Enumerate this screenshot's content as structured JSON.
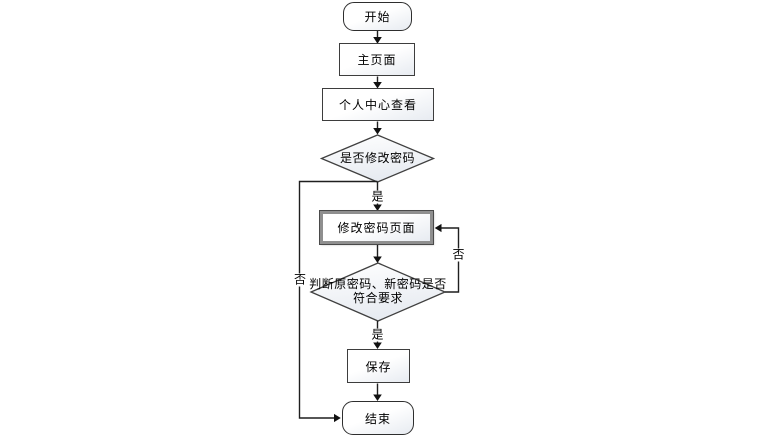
{
  "flowchart": {
    "title": "password-change-flowchart",
    "nodes": [
      {
        "id": "start",
        "type": "terminator",
        "label": "开始"
      },
      {
        "id": "main-page",
        "type": "process",
        "label": "主页面"
      },
      {
        "id": "personal-center-view",
        "type": "process",
        "label": "个人中心查看"
      },
      {
        "id": "modify-password-decision",
        "type": "decision",
        "label": "是否修改密码"
      },
      {
        "id": "modify-password-page",
        "type": "process",
        "label": "修改密码页面",
        "emphasized": true
      },
      {
        "id": "validate-password-decision",
        "type": "decision",
        "label_line1": "判断原密码、新密码是否",
        "label_line2": "符合要求"
      },
      {
        "id": "save",
        "type": "process",
        "label": "保存"
      },
      {
        "id": "end",
        "type": "terminator",
        "label": "结束"
      }
    ],
    "edge_labels": {
      "decision1_yes": "是",
      "decision1_no": "否",
      "decision2_yes": "是",
      "decision2_no": "否"
    },
    "colors": {
      "background": "#ffffff",
      "line": "#1f1f1f",
      "shape_border": "#3d3d3d",
      "emphasis_border": "#8f8f8f",
      "fill_top": "#ffffff",
      "fill_bottom": "#e7ebf1",
      "text": "#000000"
    }
  }
}
